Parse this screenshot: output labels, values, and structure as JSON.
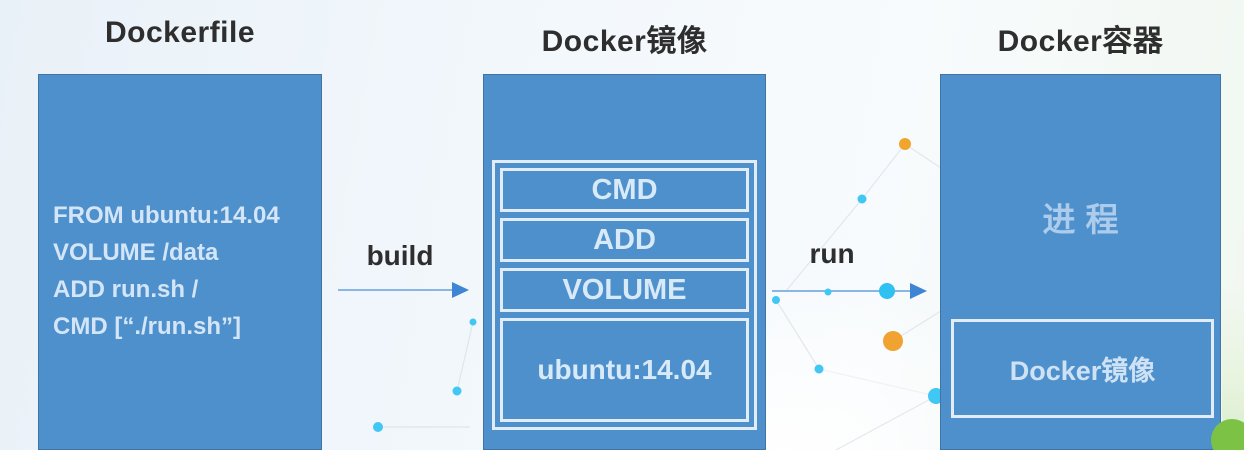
{
  "diagram": {
    "stages": [
      {
        "id": "dockerfile",
        "title": "Dockerfile",
        "code_lines": [
          "FROM ubuntu:14.04",
          "VOLUME /data",
          "ADD run.sh /",
          "CMD [“./run.sh”]"
        ]
      },
      {
        "id": "docker-image",
        "title": "Docker镜像",
        "layers": [
          "CMD",
          "ADD",
          "VOLUME"
        ],
        "base_layer": "ubuntu:14.04"
      },
      {
        "id": "docker-container",
        "title": "Docker容器",
        "process_label": "进程",
        "inner_box_label": "Docker镜像"
      }
    ],
    "arrows": [
      {
        "label": "build"
      },
      {
        "label": "run"
      }
    ]
  },
  "colors": {
    "box_blue": "#4e90cc",
    "title_text": "#2e2e2e",
    "box_text_light": "#d5e7f8",
    "inner_border": "#e2ecf6",
    "arrow_line": "#8ab6e4",
    "arrow_head": "#3e86d3",
    "dot_cyan": "#41c7f4",
    "dot_orange": "#f2a52e",
    "accent_green": "#7cc244"
  }
}
